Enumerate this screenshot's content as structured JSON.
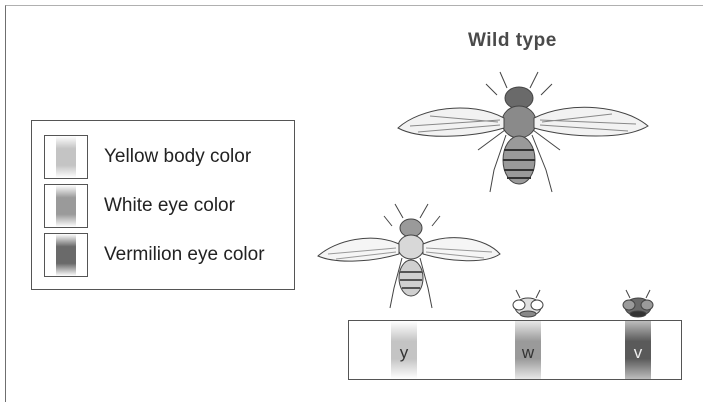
{
  "title": "Wild type",
  "legend": [
    {
      "label": "Yellow body color",
      "shade": "#c4c4c4"
    },
    {
      "label": "White eye color",
      "shade": "#9a9a9a"
    },
    {
      "label": "Vermilion eye color",
      "shade": "#6a6a6a"
    }
  ],
  "chromosome": {
    "genes": [
      {
        "label": "y",
        "shade": "#c4c4c4"
      },
      {
        "label": "w",
        "shade": "#9a9a9a"
      },
      {
        "label": "v",
        "shade": "#6a6a6a"
      }
    ]
  },
  "colors": {
    "line": "#555555",
    "text": "#222222"
  }
}
